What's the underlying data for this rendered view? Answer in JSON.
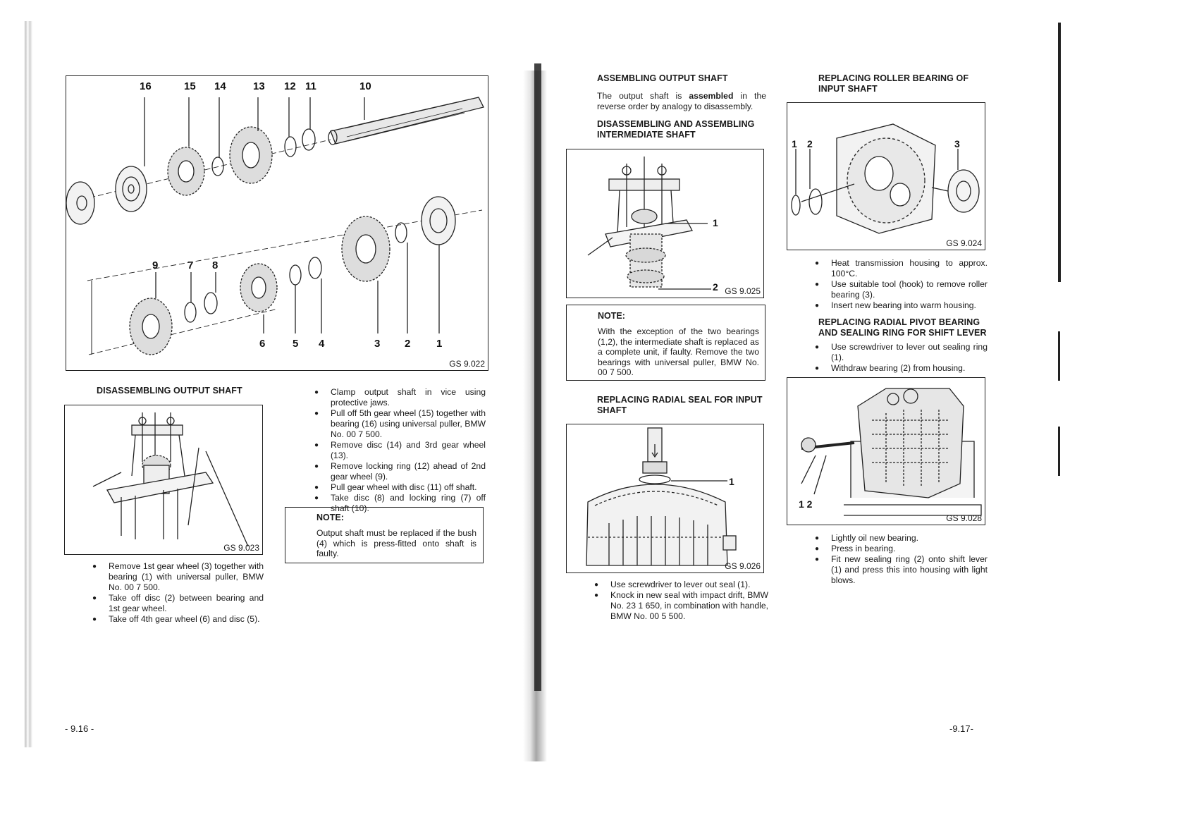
{
  "left_page": {
    "fig_main": {
      "label": "GS 9.022",
      "top_callouts": [
        "16",
        "15",
        "14",
        "13",
        "12",
        "11",
        "10"
      ],
      "bottom_callouts": [
        "9",
        "7",
        "8",
        "6",
        "5",
        "4",
        "3",
        "2",
        "1"
      ]
    },
    "section_title": "DISASSEMBLING OUTPUT SHAFT",
    "fig_puller": {
      "label": "GS 9.023"
    },
    "bullets_col1": [
      "Remove 1st gear wheel (3) together with bearing (1) with universal puller, BMW No. 00 7 500.",
      "Take off disc (2) between bearing and 1st gear wheel.",
      "Take off 4th gear wheel (6) and disc (5)."
    ],
    "bullets_col2": [
      "Clamp output shaft in vice using protective jaws.",
      "Pull off 5th gear wheel (15) together with bearing (16) using universal puller, BMW No. 00 7 500.",
      "Remove disc (14) and 3rd gear wheel (13).",
      "Remove locking ring (12) ahead of 2nd gear wheel (9).",
      "Pull gear wheel with disc (11) off shaft.",
      "Take disc (8) and locking ring (7) off shaft (10)."
    ],
    "note": {
      "heading": "NOTE:",
      "text": "Output shaft must be replaced if the bush (4) which is press-fitted onto shaft is faulty."
    },
    "page_number": "- 9.16 -"
  },
  "right_page": {
    "assembling": {
      "heading": "ASSEMBLING OUTPUT SHAFT",
      "text_pre": "The output shaft is ",
      "text_bold": "assembled",
      "text_post": " in the reverse order by analogy to disassembly."
    },
    "intermediate": {
      "heading": "DISASSEMBLING AND ASSEMBLING INTERMEDIATE SHAFT",
      "fig": {
        "label": "GS 9.025",
        "callouts": [
          "1",
          "2"
        ]
      },
      "note": {
        "heading": "NOTE:",
        "text": "With the exception of the two bearings (1,2), the intermediate shaft is replaced as a complete unit, if faulty. Remove the two bearings with universal puller, BMW No. 00 7 500."
      }
    },
    "radial_seal": {
      "heading": "REPLACING RADIAL SEAL FOR INPUT SHAFT",
      "fig": {
        "label": "GS 9.026",
        "callouts": [
          "1"
        ]
      },
      "bullets": [
        "Use screwdriver to lever out seal (1).",
        "Knock in new seal with impact drift, BMW No. 23 1 650, in combination with handle, BMW No. 00 5 500."
      ]
    },
    "roller_bearing": {
      "heading": "REPLACING ROLLER BEARING OF INPUT SHAFT",
      "fig": {
        "label": "GS 9.024",
        "callouts": [
          "1",
          "2",
          "3"
        ]
      },
      "bullets": [
        "Heat transmission housing to approx. 100°C.",
        "Use suitable tool (hook) to remove roller bearing (3).",
        "Insert new bearing into warm housing."
      ]
    },
    "pivot_bearing": {
      "heading": "REPLACING RADIAL PIVOT BEARING AND SEALING RING FOR SHIFT LEVER",
      "bullets_before": [
        "Use screwdriver to lever out sealing ring (1).",
        "Withdraw bearing (2) from housing."
      ],
      "fig": {
        "label": "GS 9.028",
        "callouts": [
          "1 2"
        ]
      },
      "bullets_after": [
        "Lightly oil new bearing.",
        "Press in bearing.",
        "Fit new sealing ring (2) onto shift lever (1) and press this into housing with light blows."
      ]
    },
    "page_number": "-9.17-"
  }
}
